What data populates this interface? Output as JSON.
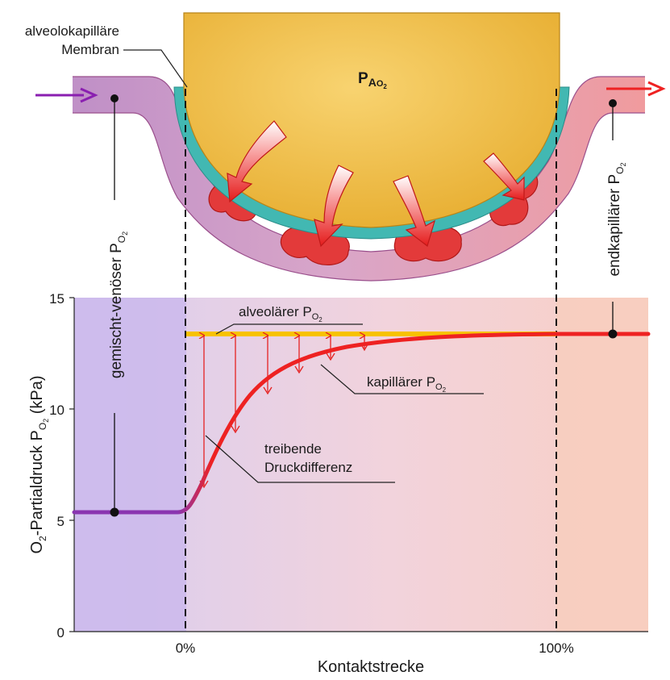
{
  "labels": {
    "membrane_line1": "alveolokapilläre",
    "membrane_line2": "Membran",
    "alveolar_pressure": "P",
    "alveolar_sub1": "A",
    "alveolar_sub2": "O",
    "alveolar_sub3": "2",
    "mixed_venous": "gemischt-venöser P",
    "mixed_venous_sub1": "O",
    "mixed_venous_sub2": "2",
    "end_capillary": "endkapillärer P",
    "end_capillary_sub1": "O",
    "end_capillary_sub2": "2",
    "alveolar_po2": "alveolärer P",
    "alveolar_po2_sub1": "O",
    "alveolar_po2_sub2": "2",
    "capillary_po2": "kapillärer P",
    "capillary_po2_sub1": "O",
    "capillary_po2_sub2": "2",
    "driving_line1": "treibende",
    "driving_line2": "Druckdifferenz",
    "y_axis_main": "O",
    "y_axis_sub1": "2",
    "y_axis_mid": "-Partialdruck P",
    "y_axis_sub2": "O",
    "y_axis_sub3": "2",
    "y_axis_unit": " (kPa)",
    "x_axis": "Kontaktstrecke",
    "x_tick_0": "0%",
    "x_tick_100": "100%",
    "y_tick_0": "0",
    "y_tick_5": "5",
    "y_tick_10": "10",
    "y_tick_15": "15"
  },
  "colors": {
    "alveolus": "#f2bf45",
    "membrane": "#3fb7b0",
    "venous": "#8a35b0",
    "arterial": "#ee2222",
    "alveolar_line": "#f7c200"
  },
  "chart_data": {
    "type": "line",
    "ylim": [
      0,
      15
    ],
    "y_ticks": [
      0,
      5,
      10,
      15
    ],
    "mixed_venous_po2": 5.3,
    "alveolar_po2": 13.3,
    "end_capillary_po2": 13.3
  }
}
